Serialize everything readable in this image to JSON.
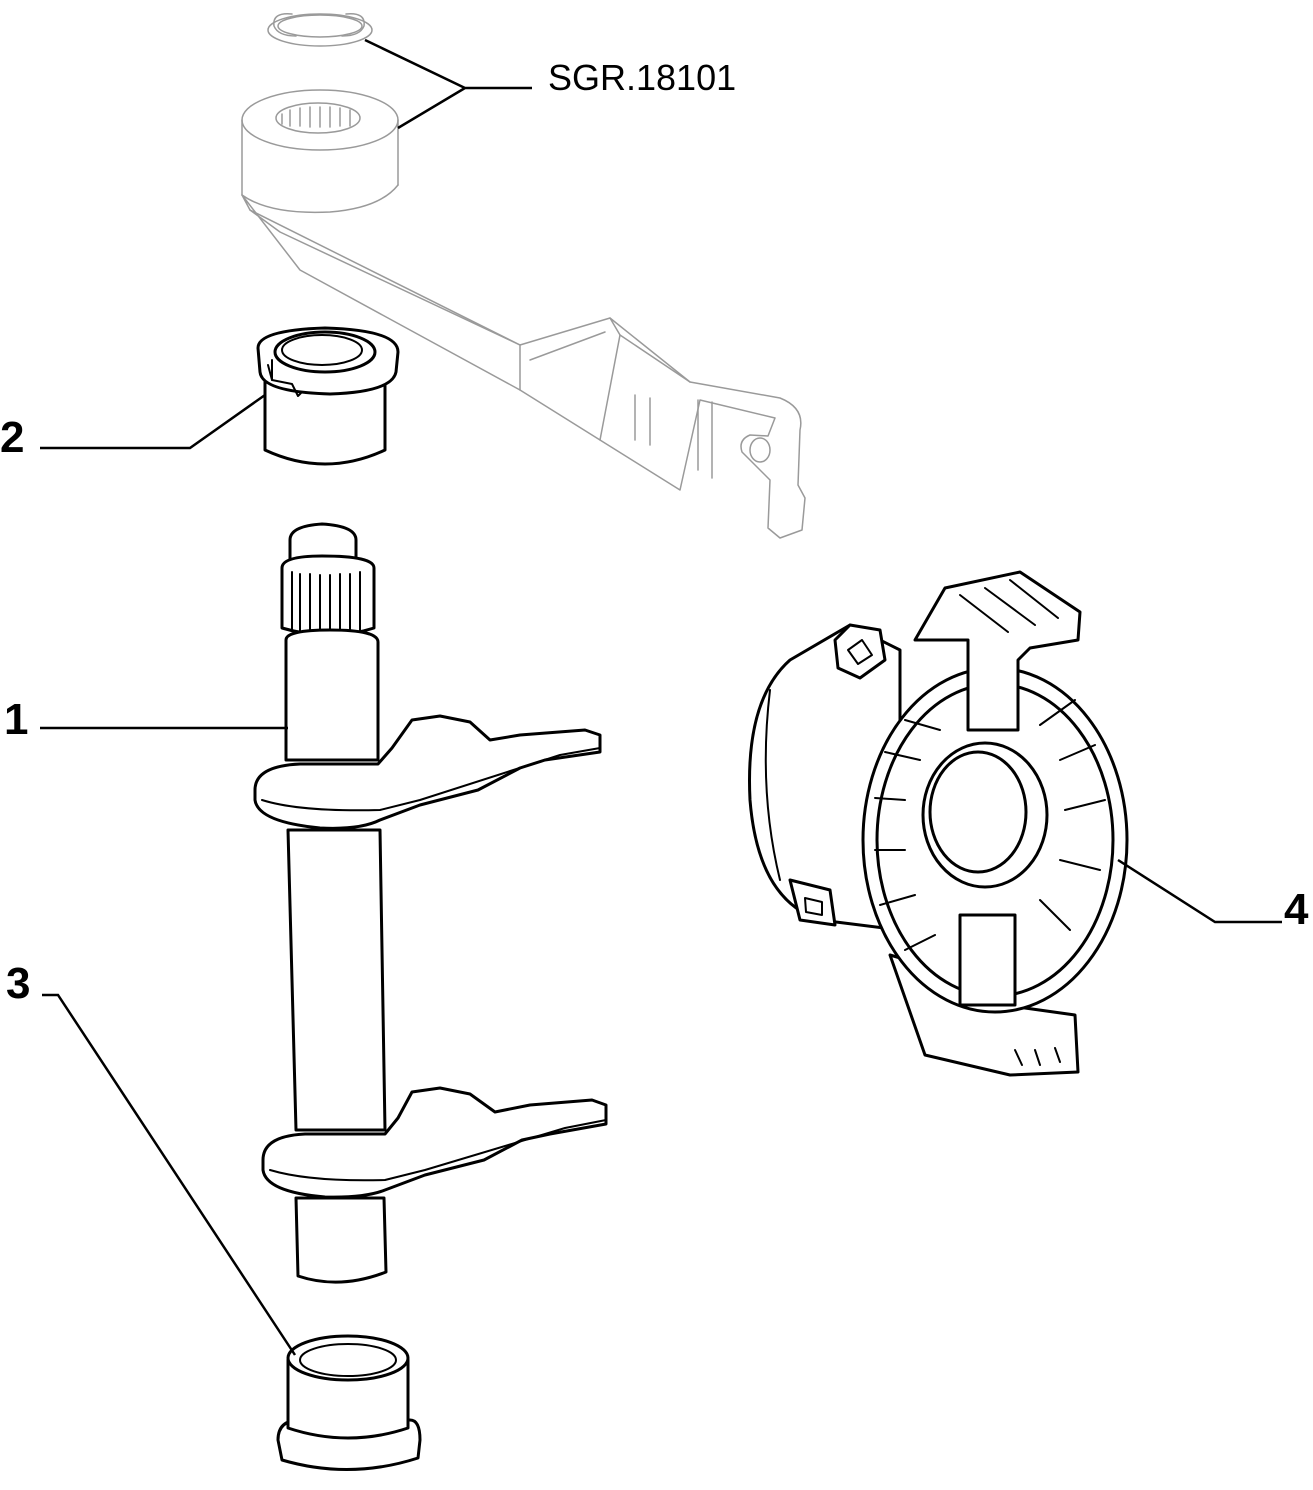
{
  "reference": {
    "code": "SGR.18101"
  },
  "callouts": [
    {
      "id": "1",
      "label": "1"
    },
    {
      "id": "2",
      "label": "2"
    },
    {
      "id": "3",
      "label": "3"
    },
    {
      "id": "4",
      "label": "4"
    }
  ]
}
